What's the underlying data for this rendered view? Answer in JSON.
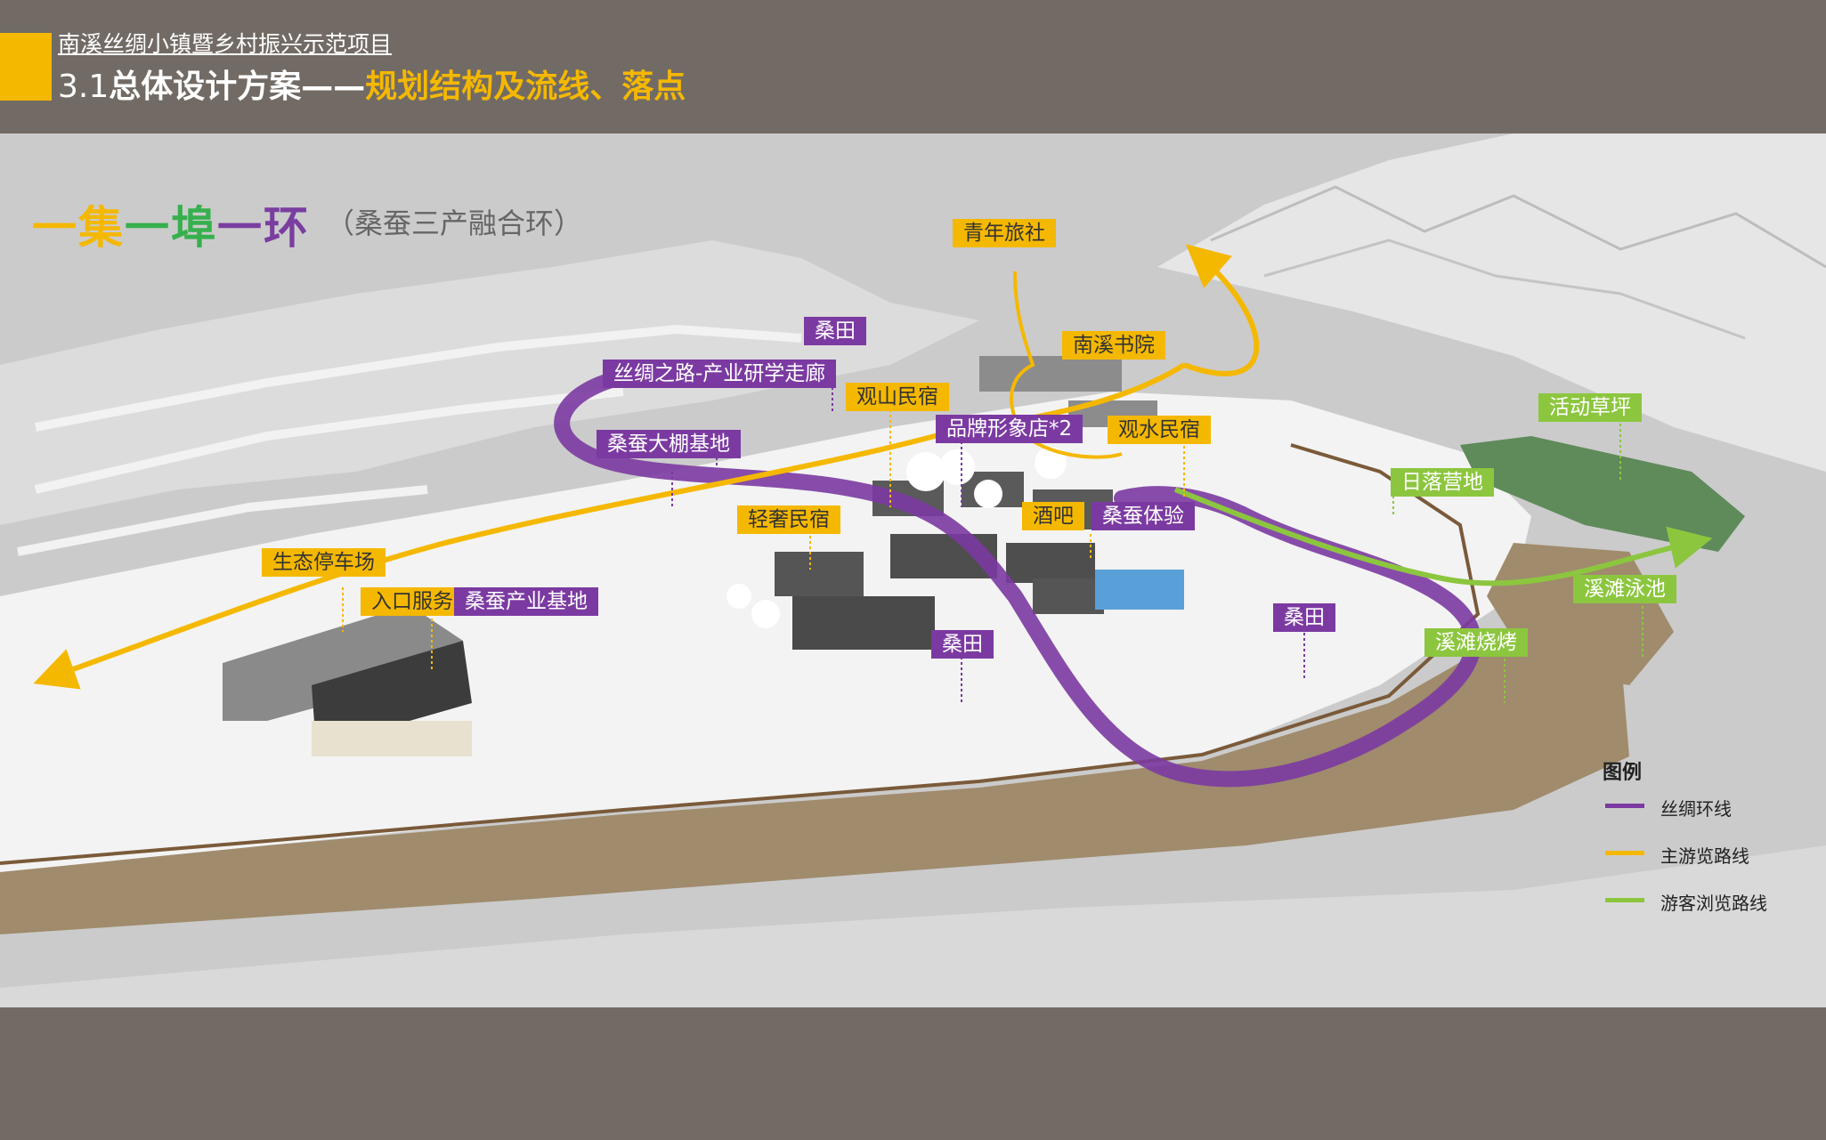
{
  "header": {
    "project_name": "南溪丝绸小镇暨乡村振兴示范项目",
    "section_number": "3.1",
    "section_title_main": "总体设计方案——",
    "section_title_accent": "规划结构及流线、落点"
  },
  "concept": {
    "part1": "一集",
    "part2": "一埠",
    "part3": "一环",
    "subtitle": "（桑蚕三产融合环）"
  },
  "colors": {
    "accent_yellow": "#f5b800",
    "accent_purple": "#7b3aa1",
    "accent_green": "#8cc63f",
    "frame_gray": "#726b65"
  },
  "labels": {
    "youth_hostel": "青年旅社",
    "nanxi_academy": "南溪书院",
    "mulberry_field_top": "桑田",
    "silk_road_corridor": "丝绸之路-产业研学走廊",
    "mountain_view_bnb": "观山民宿",
    "brand_store": "品牌形象店*2",
    "water_view_bnb": "观水民宿",
    "greenhouse_base": "桑蚕大棚基地",
    "light_luxury_bnb": "轻奢民宿",
    "bar": "酒吧",
    "sericulture_experience": "桑蚕体验",
    "eco_parking": "生态停车场",
    "entrance_service": "入口服务",
    "sericulture_base": "桑蚕产业基地",
    "mulberry_field_mid": "桑田",
    "mulberry_field_right": "桑田",
    "activity_lawn": "活动草坪",
    "sunset_camp": "日落营地",
    "beach_pool": "溪滩泳池",
    "beach_bbq": "溪滩烧烤"
  },
  "legend": {
    "title": "图例",
    "items": [
      {
        "label": "丝绸环线",
        "color": "#7b3aa1"
      },
      {
        "label": "主游览路线",
        "color": "#f5b800"
      },
      {
        "label": "游客浏览路线",
        "color": "#8cc63f"
      }
    ]
  }
}
